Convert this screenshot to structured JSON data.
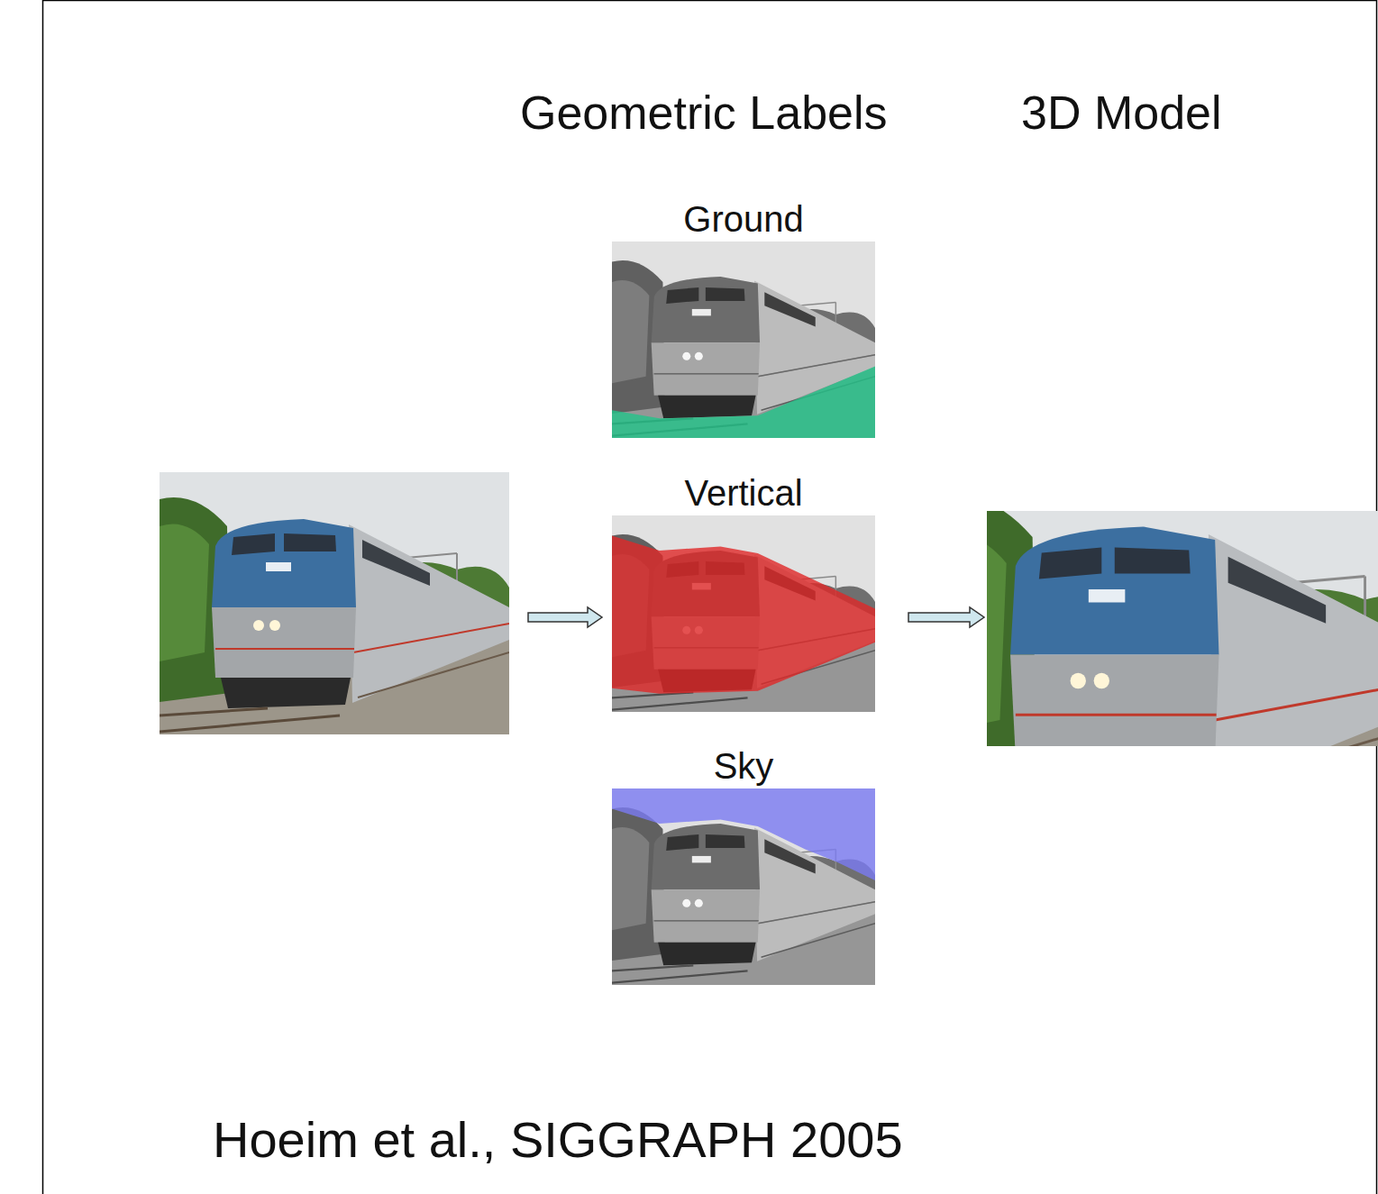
{
  "diagram": {
    "caption": "Hoeim et al., SIGGRAPH 2005",
    "nodes": [
      {
        "text": [
          "Ground"
        ]
      },
      {
        "text": [
          "Vertical"
        ]
      },
      {
        "text": [
          "Sky"
        ]
      }
    ],
    "labels": [
      "Geometric Labels",
      "3D Model"
    ]
  }
}
